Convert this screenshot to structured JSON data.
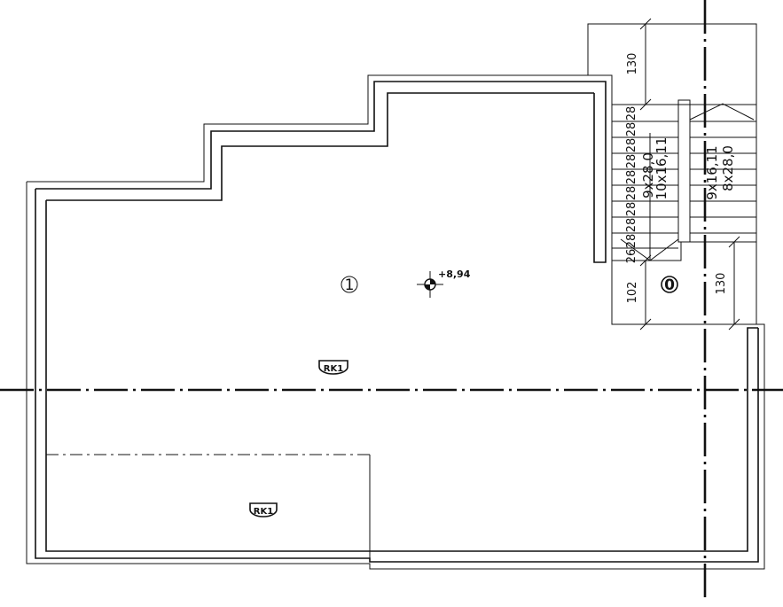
{
  "rooms": {
    "main_number": "1",
    "stair_number": "0"
  },
  "level_mark": {
    "value": "+8,94"
  },
  "roof_tags": {
    "upper": "RK1",
    "lower": "RK1"
  },
  "dimensions": {
    "top_landing": "130",
    "landing_left": "102",
    "landing_right": "130",
    "tread_labels": [
      "28",
      "28",
      "28",
      "28",
      "28",
      "28",
      "28",
      "28",
      "28",
      "26"
    ]
  },
  "stairs": {
    "left_flight_a": "9x28,0",
    "left_flight_b": "10x16,11",
    "right_flight_a": "9x16,11",
    "right_flight_b": "8x28,0"
  },
  "colors": {
    "line": "#111111",
    "background": "#ffffff"
  }
}
